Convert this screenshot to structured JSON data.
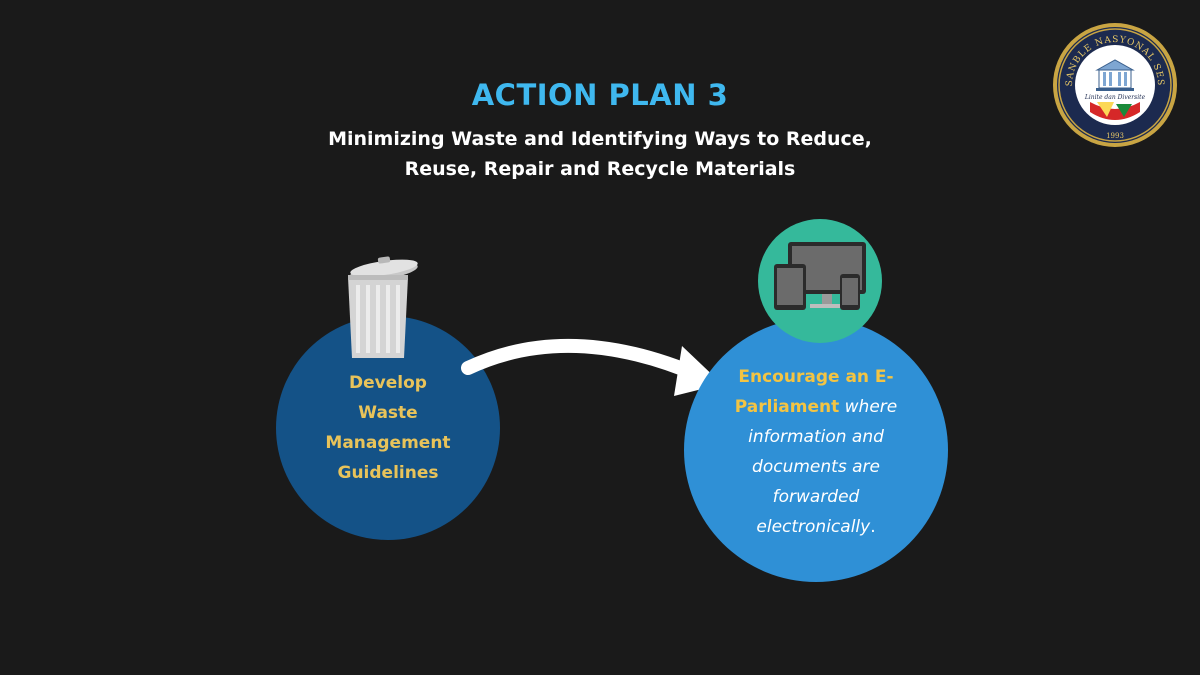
{
  "header": {
    "title": "ACTION PLAN 3",
    "subtitle": "Minimizing Waste and Identifying Ways to Reduce, Reuse, Repair and Recycle Materials"
  },
  "left_node": {
    "icon": "trash-can-icon",
    "text": "Develop Waste Management Guidelines",
    "color": "#145287",
    "text_color": "#e8c35a"
  },
  "right_node": {
    "icon": "devices-icon",
    "highlight": "Encourage an E-Parliament",
    "body": " where information and documents are forwarded electronically",
    "end": ".",
    "color": "#2f90d6",
    "icon_bg": "#35b99b"
  },
  "logo": {
    "top_text": "LASANBLE NASYONAL SESEL",
    "motto": "Linite dan Diversite",
    "year": "1993"
  },
  "colors": {
    "background": "#1a1a1a",
    "title": "#3fb8ef",
    "arrow": "#ffffff"
  }
}
